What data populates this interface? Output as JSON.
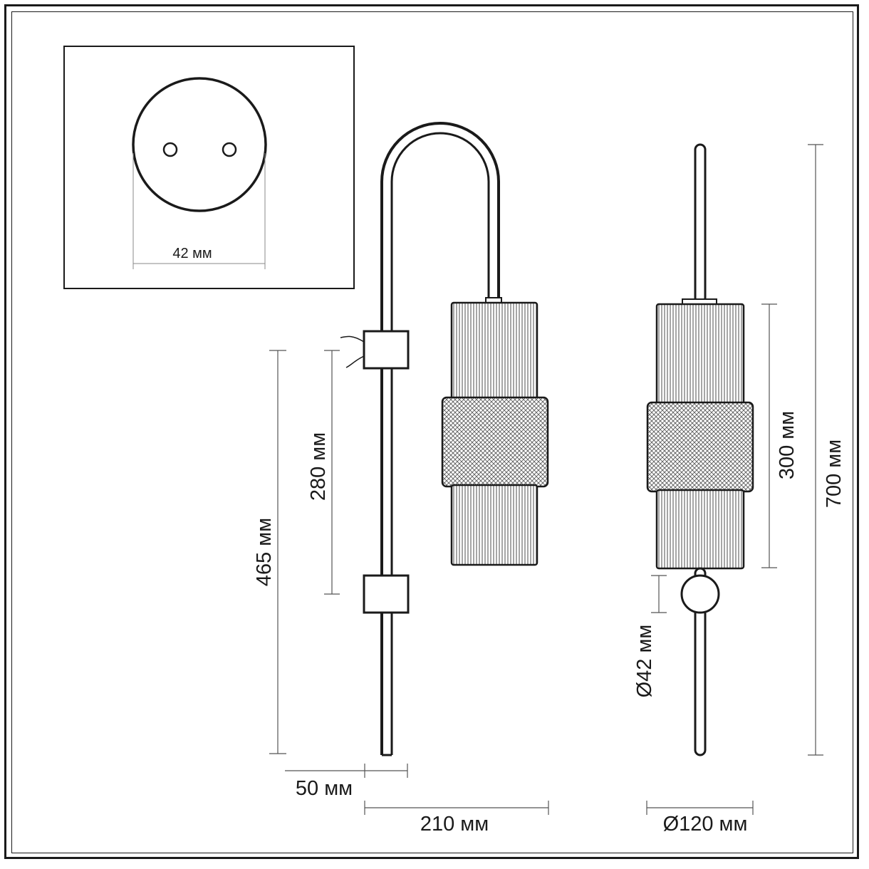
{
  "dimensions": {
    "mount_diameter": "42 мм",
    "total_height_side": "465 мм",
    "holder_spacing": "280 мм",
    "wall_offset": "50 мм",
    "projection": "210 мм",
    "shade_height": "300 мм",
    "total_height": "700 мм",
    "ball_diameter": "Ø42 мм",
    "shade_diameter": "Ø120 мм"
  }
}
